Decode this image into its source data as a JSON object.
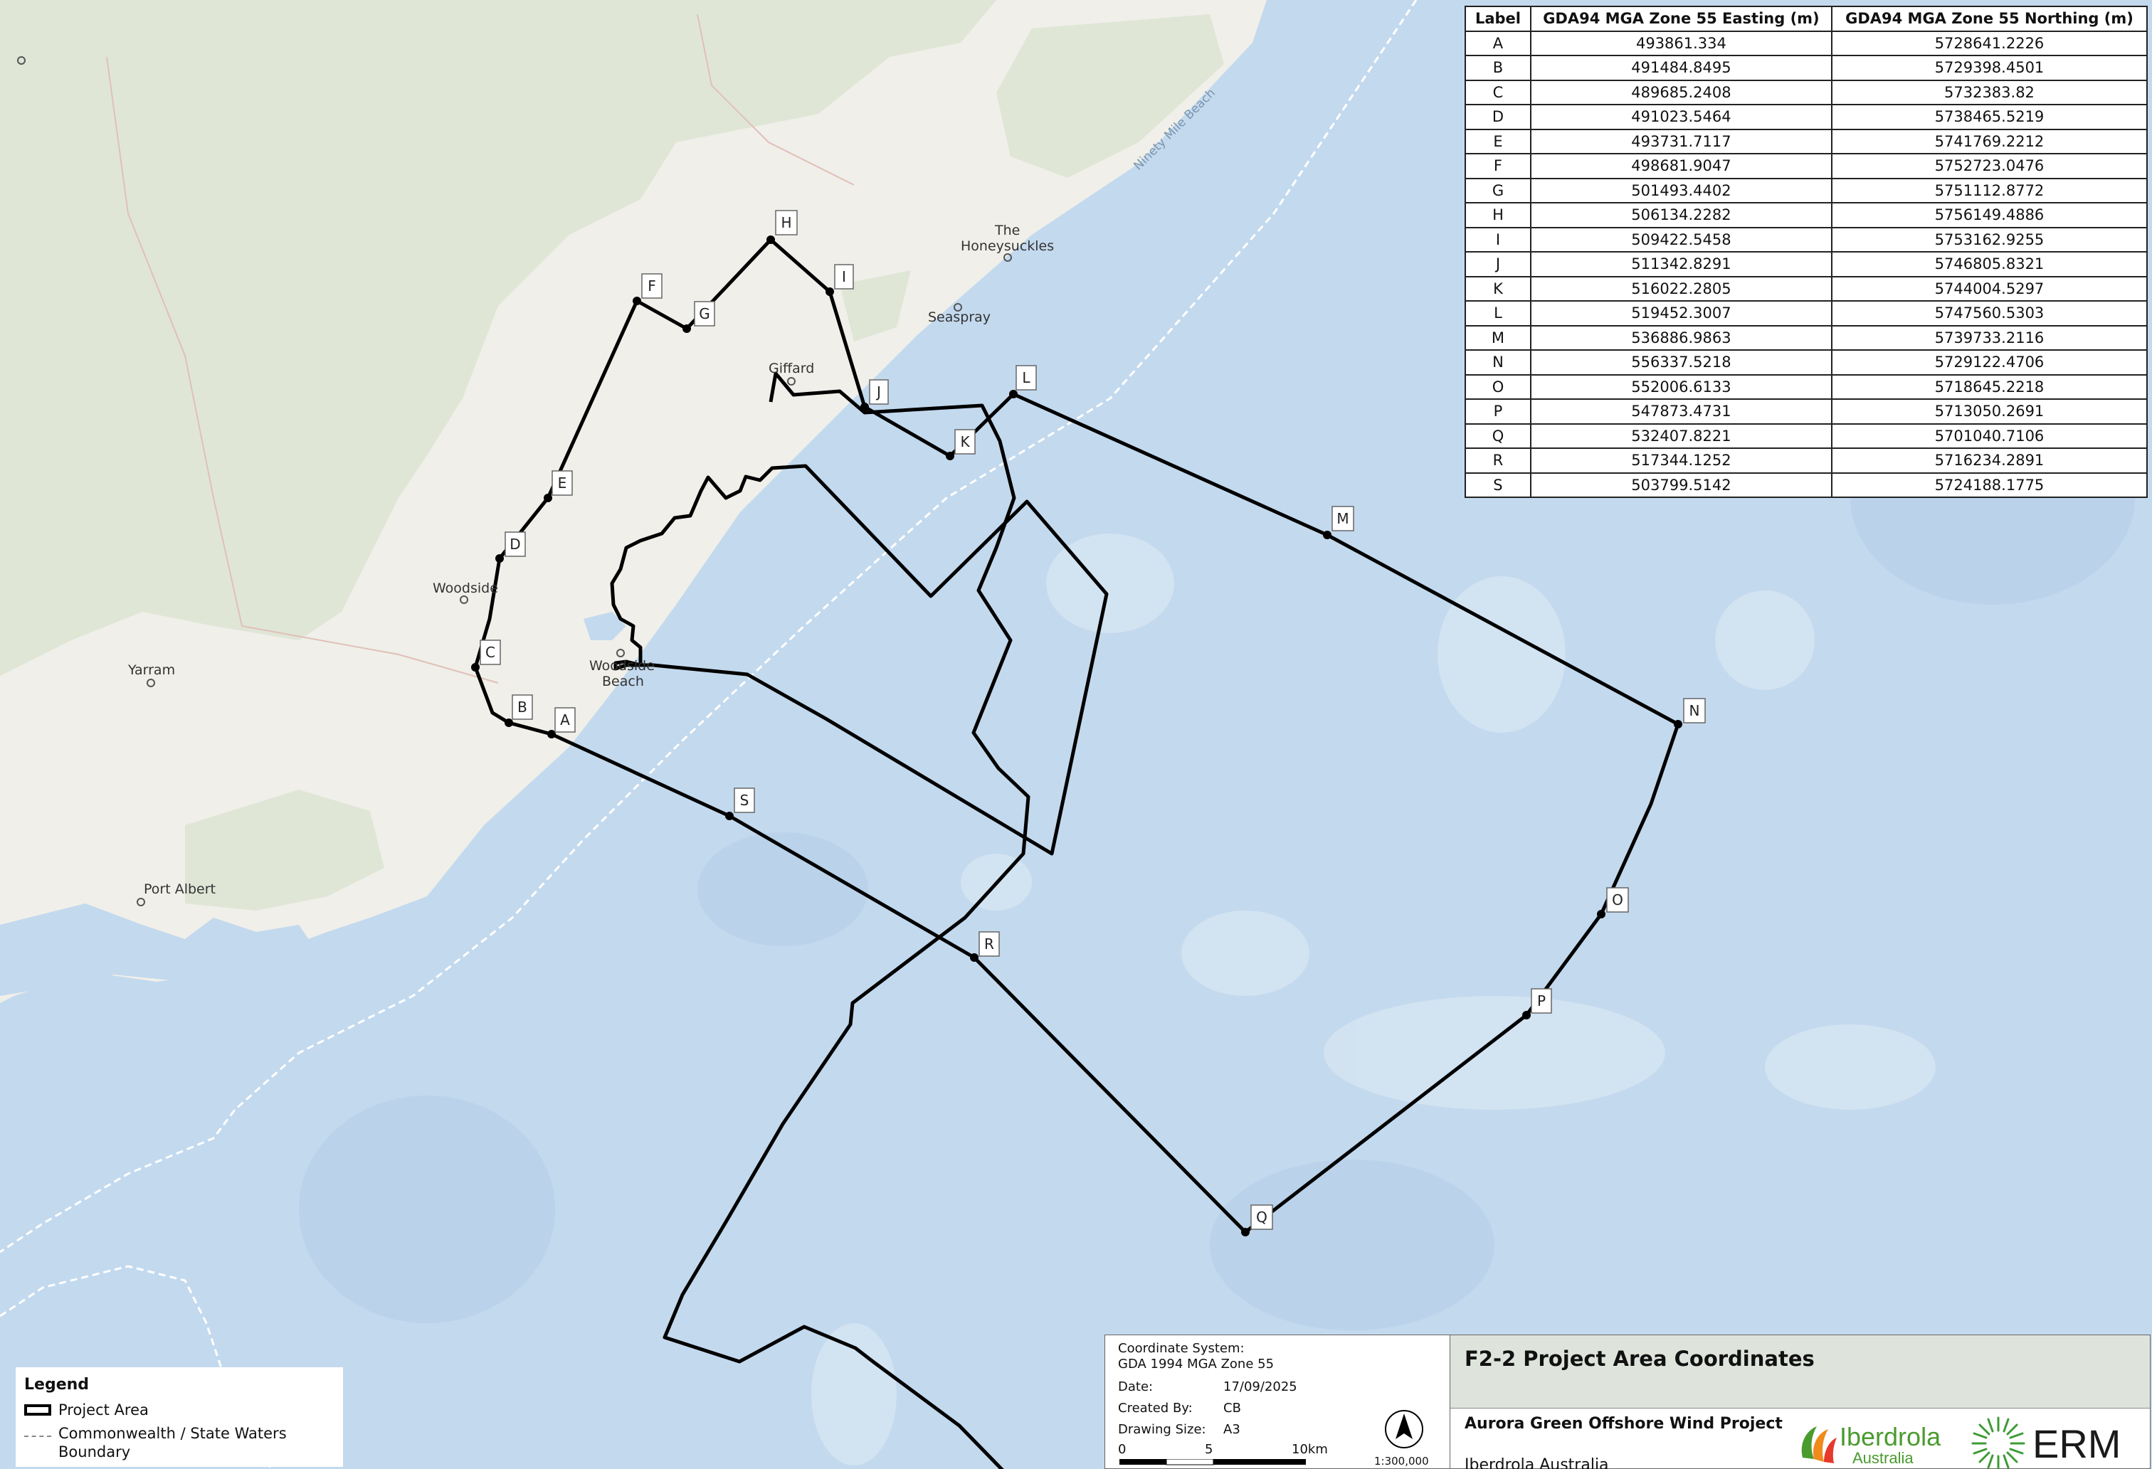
{
  "map": {
    "town_labels": [
      {
        "name": "Woodside"
      },
      {
        "name": "Yarram"
      },
      {
        "name": "Port Albert"
      },
      {
        "name": "Giffard"
      },
      {
        "name": "Seaspray"
      },
      {
        "name": "The"
      },
      {
        "name": "Honeysuckles"
      },
      {
        "name": "Woodside"
      },
      {
        "name": "Beach"
      }
    ],
    "feature_label": "Ninety Mile Beach",
    "point_labels": [
      "A",
      "B",
      "C",
      "D",
      "E",
      "F",
      "G",
      "H",
      "I",
      "J",
      "K",
      "L",
      "M",
      "N",
      "O",
      "P",
      "Q",
      "R",
      "S"
    ]
  },
  "coordinates_table": {
    "headers": [
      "Label",
      "GDA94 MGA Zone 55 Easting (m)",
      "GDA94 MGA Zone 55 Northing (m)"
    ],
    "rows": [
      [
        "A",
        "493861.334",
        "5728641.2226"
      ],
      [
        "B",
        "491484.8495",
        "5729398.4501"
      ],
      [
        "C",
        "489685.2408",
        "5732383.82"
      ],
      [
        "D",
        "491023.5464",
        "5738465.5219"
      ],
      [
        "E",
        "493731.7117",
        "5741769.2212"
      ],
      [
        "F",
        "498681.9047",
        "5752723.0476"
      ],
      [
        "G",
        "501493.4402",
        "5751112.8772"
      ],
      [
        "H",
        "506134.2282",
        "5756149.4886"
      ],
      [
        "I",
        "509422.5458",
        "5753162.9255"
      ],
      [
        "J",
        "511342.8291",
        "5746805.8321"
      ],
      [
        "K",
        "516022.2805",
        "5744004.5297"
      ],
      [
        "L",
        "519452.3007",
        "5747560.5303"
      ],
      [
        "M",
        "536886.9863",
        "5739733.2116"
      ],
      [
        "N",
        "556337.5218",
        "5729122.4706"
      ],
      [
        "O",
        "552006.6133",
        "5718645.2218"
      ],
      [
        "P",
        "547873.4731",
        "5713050.2691"
      ],
      [
        "Q",
        "532407.8221",
        "5701040.7106"
      ],
      [
        "R",
        "517344.1252",
        "5716234.2891"
      ],
      [
        "S",
        "503799.5142",
        "5724188.1775"
      ]
    ]
  },
  "legend": {
    "title": "Legend",
    "project_area": "Project Area",
    "waters_boundary_line1": "Commonwealth / State Waters",
    "waters_boundary_line2": "Boundary"
  },
  "title_block": {
    "coord_system_label": "Coordinate System:",
    "coord_system_value": "GDA 1994 MGA Zone 55",
    "date_label": "Date:",
    "date_value": "17/09/2025",
    "created_by_label": "Created By:",
    "created_by_value": "CB",
    "drawing_size_label": "Drawing Size:",
    "drawing_size_value": "A3",
    "scale_ticks": [
      "0",
      "5",
      "10km"
    ],
    "scale_ratio": "1:300,000",
    "figure_title": "F2-2 Project Area Coordinates",
    "project_name": "Aurora Green Offshore Wind Project",
    "client": "Iberdrola Australia",
    "logo_iberdrola_line1": "Iberdrola",
    "logo_iberdrola_line2": "Australia",
    "logo_erm": "ERM"
  },
  "colors": {
    "sea": "#c3d9ee",
    "land": "#f0efe9",
    "vegetation": "#dfe6d6",
    "boundary": "#000000",
    "iberdrola_green": "#4a9b2e",
    "erm_green": "#3d9b35"
  }
}
